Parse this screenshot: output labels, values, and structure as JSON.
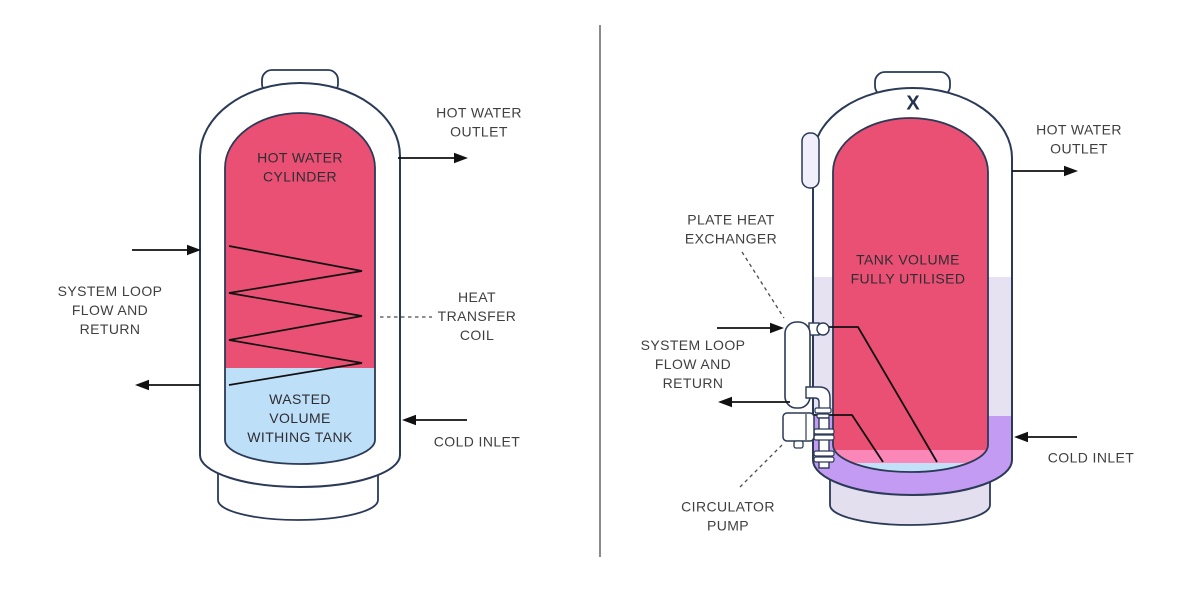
{
  "left_diagram": {
    "tank_label": "HOT WATER\nCYLINDER",
    "wasted_volume_label": "WASTED\nVOLUME\nWITHING TANK",
    "hot_water_outlet_label": "HOT WATER\nOUTLET",
    "system_loop_label": "SYSTEM LOOP\nFLOW AND\nRETURN",
    "heat_transfer_coil_label": "HEAT\nTRANSFER\nCOIL",
    "cold_inlet_label": "COLD INLET"
  },
  "right_diagram": {
    "tank_label": "TANK VOLUME\nFULLY UTILISED",
    "top_valve_marker": "X",
    "hot_water_outlet_label": "HOT WATER\nOUTLET",
    "plate_heat_exchanger_label": "PLATE HEAT\nEXCHANGER",
    "system_loop_label": "SYSTEM LOOP\nFLOW AND\nRETURN",
    "circulator_pump_label": "CIRCULATOR\nPUMP",
    "cold_inlet_label": "COLD INLET"
  },
  "colors": {
    "outline_navy": "#2B3A57",
    "hot_water_pink": "#E95073",
    "cold_water_blue": "#BEDFF8",
    "shell_lavender": "#E6E2F1",
    "cold_layer_purple": "#C39BF3",
    "warm_strip_pink": "#FB87B9",
    "bottom_sliver_blue": "#C2E1F8",
    "base_lavender": "#E3DFEE",
    "pipe_line_black": "#111111",
    "label_text_gray": "#3F3E41",
    "divider_gray": "#8A8A8A"
  }
}
